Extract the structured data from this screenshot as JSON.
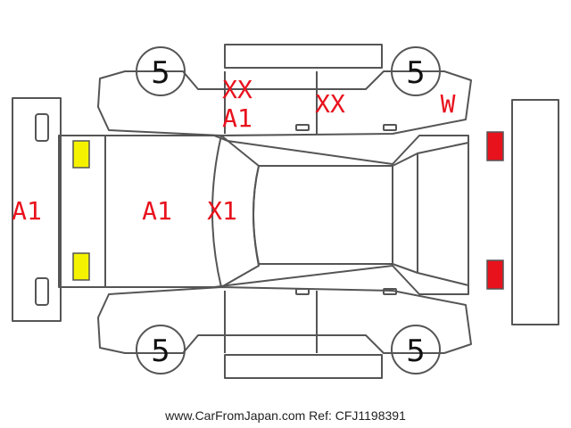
{
  "colors": {
    "outline": "#555555",
    "damage_text": "#e8121d",
    "front_lamp": "#f5f200",
    "rear_lamp": "#e8121d"
  },
  "tires": {
    "front_left": "5",
    "front_right": "5",
    "rear_left": "5",
    "rear_right": "5"
  },
  "marks": {
    "front_bumper": "A1",
    "hood": "A1",
    "windshield": "X1",
    "front_door_top_line1": "XX",
    "front_door_top_line2": "A1",
    "rear_door_top": "XX",
    "rear_quarter_top": "W"
  },
  "footer": {
    "site": "www.CarFromJapan.com",
    "ref": "Ref: CFJ1198391"
  }
}
